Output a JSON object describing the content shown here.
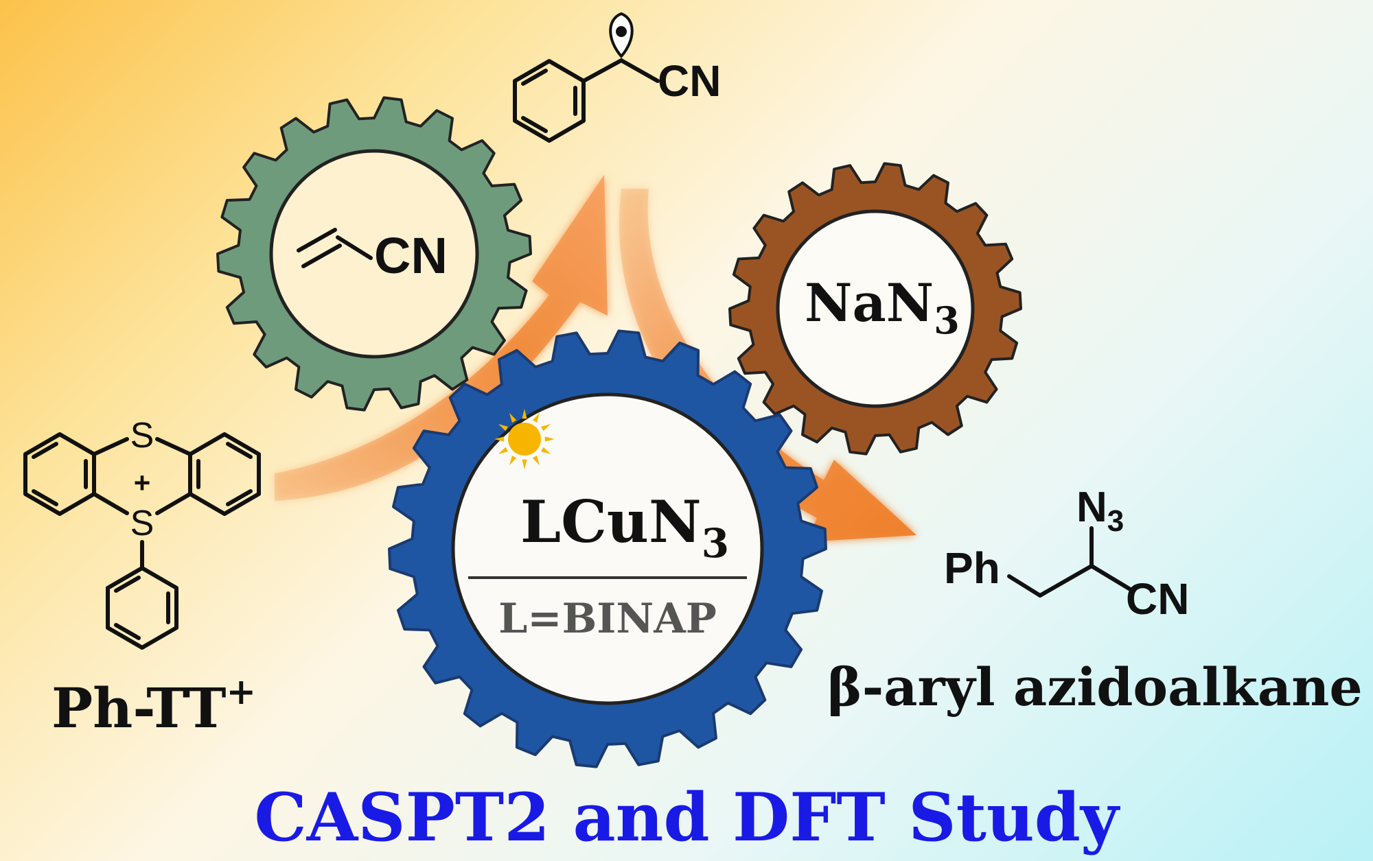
{
  "reagents": {
    "acrylonitrile": {
      "cn": "CN"
    },
    "sodium_azide": {
      "base": "NaN",
      "sub": "3"
    },
    "catalyst": {
      "base": "LCuN",
      "sub": "3",
      "ligand": "L=BINAP"
    },
    "radical": {
      "cn": "CN"
    }
  },
  "starting_material": {
    "s_top": "S",
    "s_bottom": "S",
    "charge": "+",
    "label": "Ph-TT",
    "label_sup": "+"
  },
  "product": {
    "ph": "Ph",
    "n3_base": "N",
    "n3_sub": "3",
    "cn": "CN",
    "label": "β-aryl azidoalkane"
  },
  "footer": {
    "title": "CASPT2 and DFT Study"
  },
  "colors": {
    "gear_green": "#6e9b7c",
    "gear_brown": "#9a5424",
    "gear_blue": "#1f56a3",
    "arrow": "#f08a3a",
    "title": "#1a1ae6",
    "sun": "#f7b500"
  }
}
